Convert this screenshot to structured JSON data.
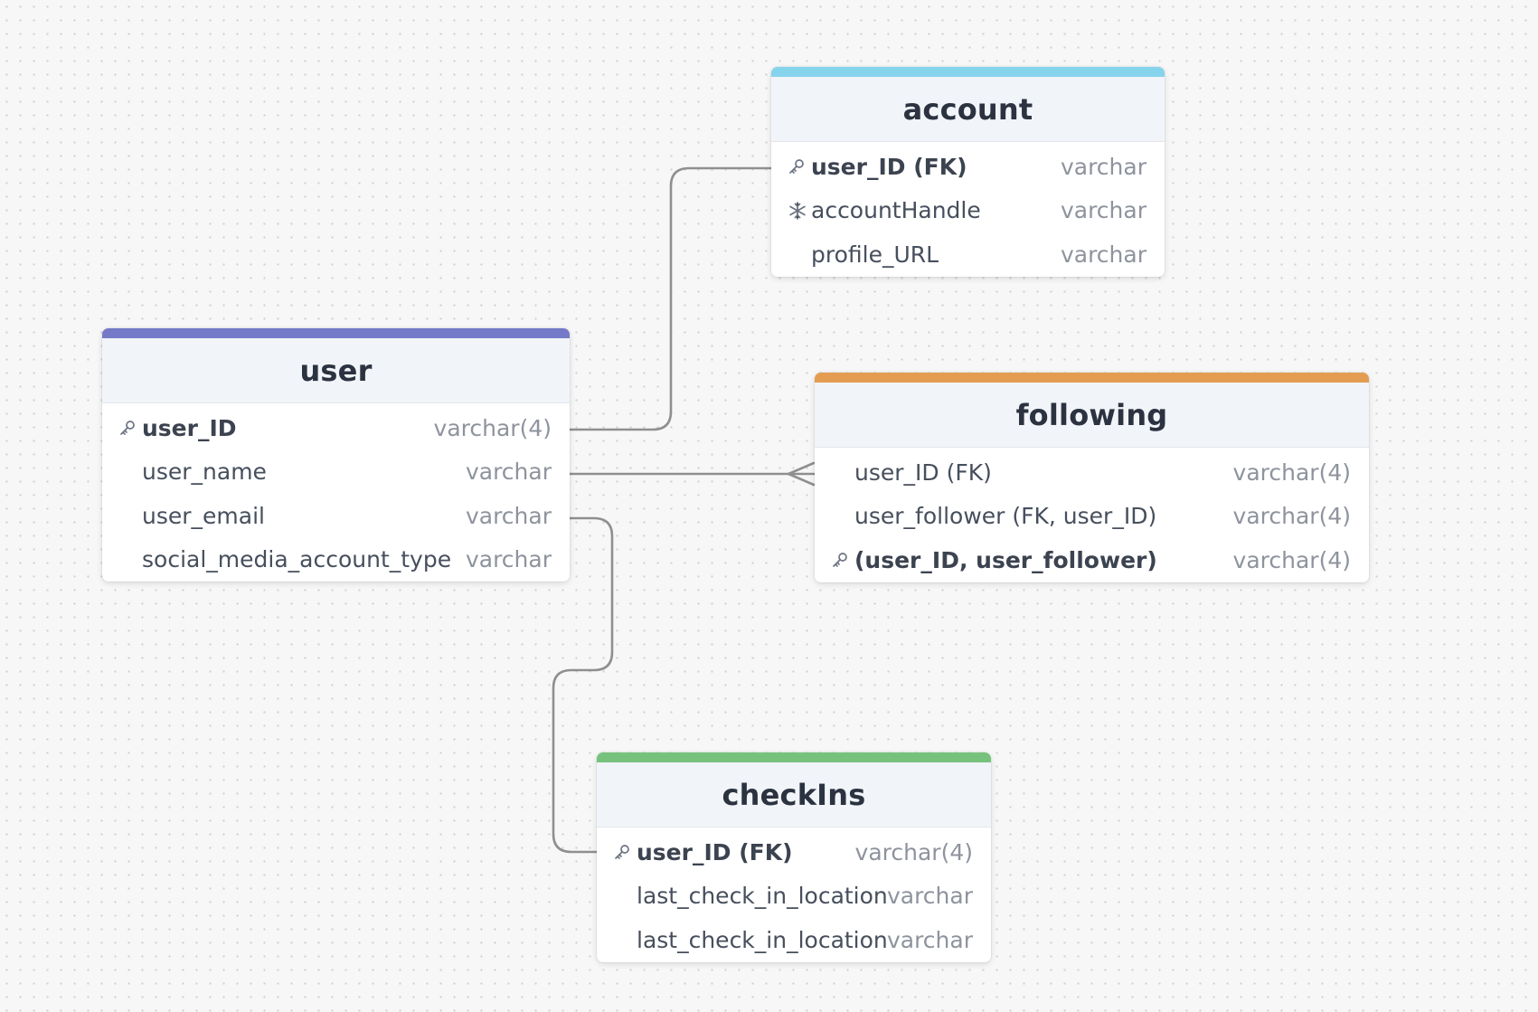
{
  "colors": {
    "canvas_background": "#f7f7f7",
    "canvas_dots": "#cfcfd3",
    "connector": "#8f8f8f",
    "header_background": "#f1f4f8"
  },
  "tables": {
    "account": {
      "name": "account",
      "accent": "#86d3ec",
      "columns": [
        {
          "name": "user_ID (FK)",
          "type": "varchar",
          "icon": "key-icon",
          "bold": true
        },
        {
          "name": "accountHandle",
          "type": "varchar",
          "icon": "snowflake-icon",
          "bold": false
        },
        {
          "name": "profile_URL",
          "type": "varchar",
          "icon": "",
          "bold": false
        }
      ]
    },
    "user": {
      "name": "user",
      "accent": "#7479c8",
      "columns": [
        {
          "name": "user_ID",
          "type": "varchar(4)",
          "icon": "key-icon",
          "bold": true
        },
        {
          "name": "user_name",
          "type": "varchar",
          "icon": "",
          "bold": false
        },
        {
          "name": "user_email",
          "type": "varchar",
          "icon": "",
          "bold": false
        },
        {
          "name": "social_media_account_type",
          "type": "varchar",
          "icon": "",
          "bold": false
        }
      ]
    },
    "following": {
      "name": "following",
      "accent": "#e39c52",
      "columns": [
        {
          "name": "user_ID (FK)",
          "type": "varchar(4)",
          "icon": "",
          "bold": false
        },
        {
          "name": "user_follower (FK, user_ID)",
          "type": "varchar(4)",
          "icon": "",
          "bold": false
        },
        {
          "name": "(user_ID, user_follower)",
          "type": "varchar(4)",
          "icon": "key-icon",
          "bold": true
        }
      ]
    },
    "checkIns": {
      "name": "checkIns",
      "accent": "#76c27c",
      "columns": [
        {
          "name": "user_ID (FK)",
          "type": "varchar(4)",
          "icon": "key-icon",
          "bold": true
        },
        {
          "name": "last_check_in_location",
          "type": "varchar",
          "icon": "",
          "bold": false
        },
        {
          "name": "last_check_in_location",
          "type": "varchar",
          "icon": "",
          "bold": false
        }
      ]
    }
  },
  "relationships": [
    {
      "from": "user.user_ID",
      "to": "account.user_ID (FK)",
      "cardinality": "one-to-one"
    },
    {
      "from": "user.user_name",
      "to": "following.user_ID (FK)",
      "cardinality": "one-to-many"
    },
    {
      "from": "user.user_email",
      "to": "checkIns.user_ID (FK)",
      "cardinality": "one-to-one"
    }
  ]
}
